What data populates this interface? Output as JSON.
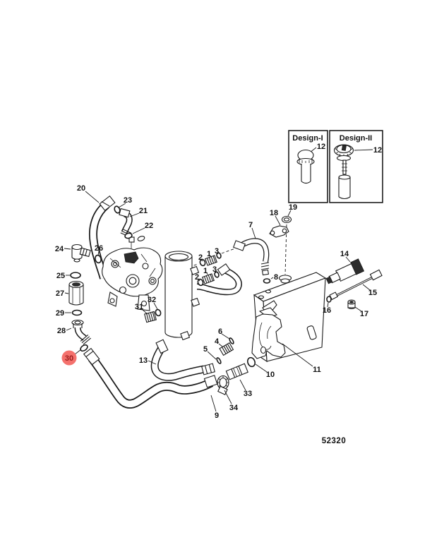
{
  "insets": {
    "design1": {
      "title": "Design-I",
      "part_label": "12"
    },
    "design2": {
      "title": "Design-II",
      "part_label": "12"
    }
  },
  "callouts": [
    {
      "label": "20"
    },
    {
      "label": "23"
    },
    {
      "label": "21"
    },
    {
      "label": "22"
    },
    {
      "label": "24"
    },
    {
      "label": "26"
    },
    {
      "label": "25"
    },
    {
      "label": "27"
    },
    {
      "label": "29"
    },
    {
      "label": "28"
    },
    {
      "label": "30",
      "highlighted": true
    },
    {
      "label": "13"
    },
    {
      "label": "31"
    },
    {
      "label": "32"
    },
    {
      "label": "2"
    },
    {
      "label": "1"
    },
    {
      "label": "3"
    },
    {
      "label": "2"
    },
    {
      "label": "1"
    },
    {
      "label": "3"
    },
    {
      "label": "7"
    },
    {
      "label": "18"
    },
    {
      "label": "19"
    },
    {
      "label": "8"
    },
    {
      "label": "14"
    },
    {
      "label": "15"
    },
    {
      "label": "16"
    },
    {
      "label": "17"
    },
    {
      "label": "6"
    },
    {
      "label": "4"
    },
    {
      "label": "5"
    },
    {
      "label": "10"
    },
    {
      "label": "33"
    },
    {
      "label": "34"
    },
    {
      "label": "9"
    },
    {
      "label": "11"
    }
  ],
  "highlight": {
    "label": "30",
    "fill": "#f4716d",
    "text_color": "#9a1c1c"
  },
  "footer": {
    "part_number": "52320"
  },
  "colors": {
    "line": "#1a1a1a",
    "background": "#ffffff"
  }
}
